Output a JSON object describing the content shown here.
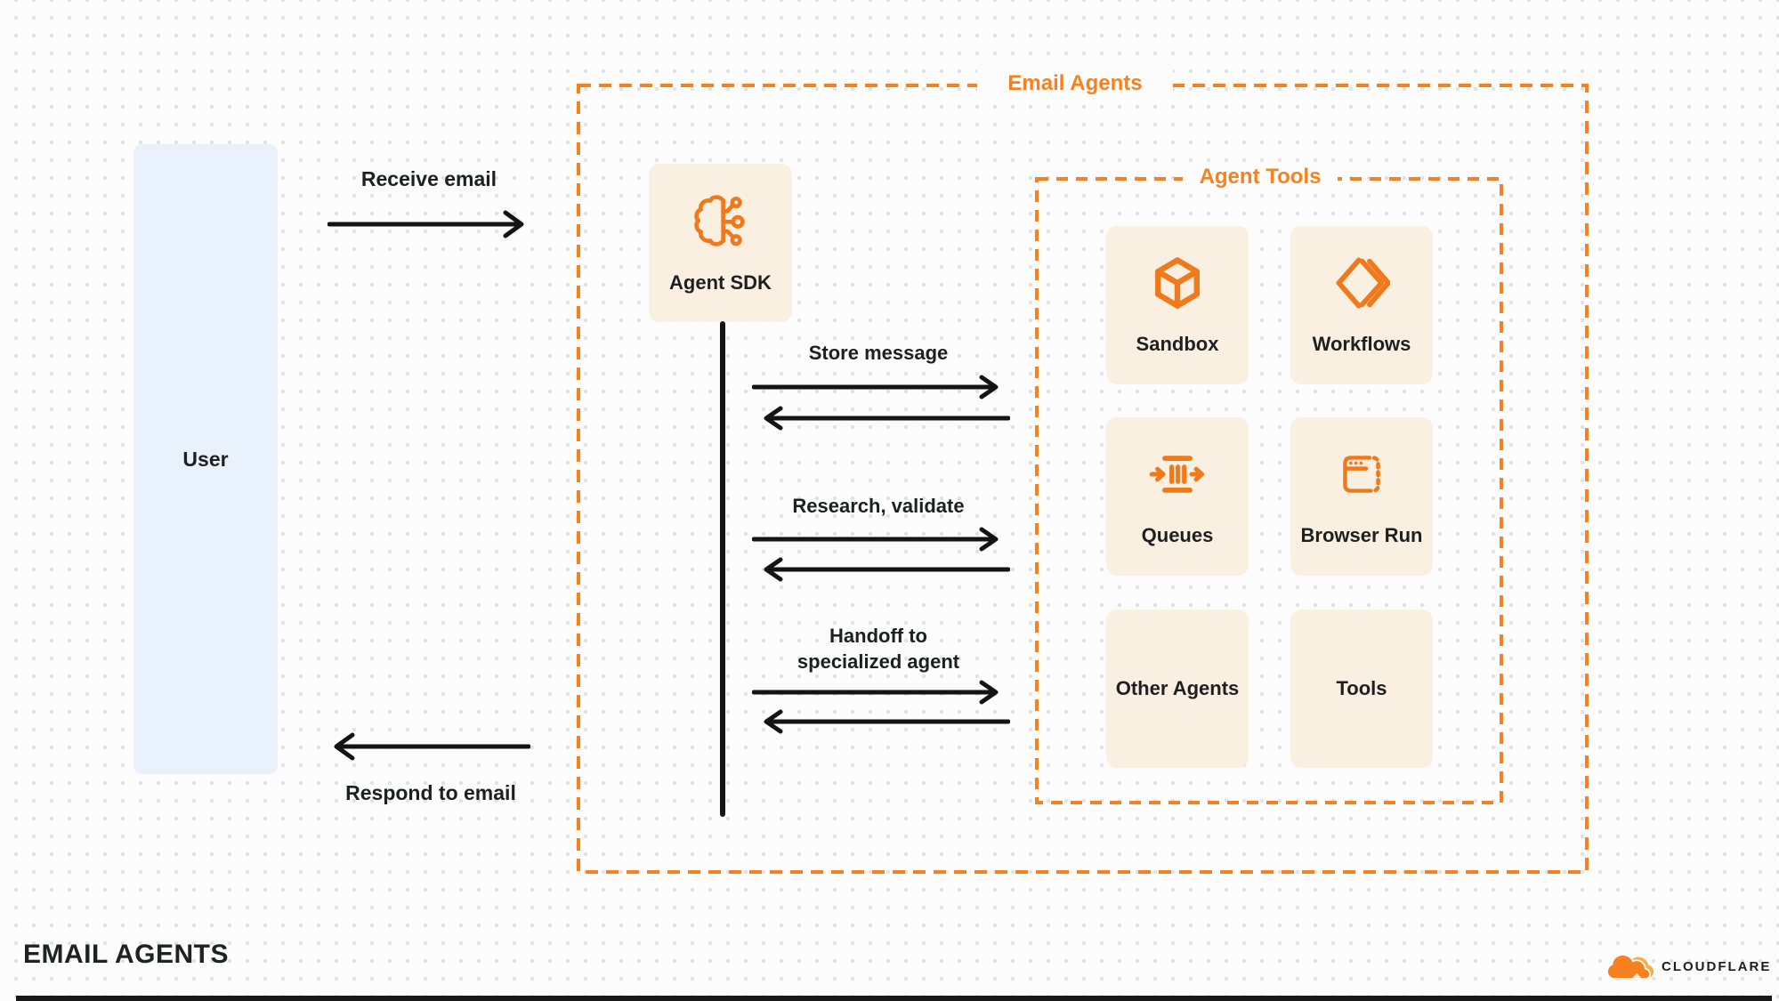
{
  "diagram": {
    "user_label": "User",
    "receive_label": "Receive email",
    "respond_label": "Respond to email",
    "email_agents_title": "Email Agents",
    "agent_sdk_label": "Agent SDK",
    "sequence": [
      {
        "label": "Store message"
      },
      {
        "label": "Research, validate"
      },
      {
        "label": "Handoff to specialized agent"
      }
    ],
    "agent_tools": {
      "title": "Agent Tools",
      "tools": [
        {
          "label": "Sandbox",
          "icon": "cube-icon"
        },
        {
          "label": "Workflows",
          "icon": "double-chevron-icon"
        },
        {
          "label": "Queues",
          "icon": "queue-flow-icon"
        },
        {
          "label": "Browser Run",
          "icon": "browser-window-icon"
        },
        {
          "label": "Other Agents",
          "icon": "none"
        },
        {
          "label": "Tools",
          "icon": "none"
        }
      ]
    },
    "agent_sdk_icon": "brain-circuit-icon"
  },
  "footer": {
    "title": "EMAIL AGENTS",
    "brand": "CLOUDFLARE",
    "brand_icon": "cloudflare-cloud-icon"
  },
  "colors": {
    "accent_orange": "#F6821F",
    "icon_orange": "#F0791C",
    "card_cream": "#FAF0E2",
    "user_blue": "#E9F1FC",
    "line_black": "#141414"
  }
}
